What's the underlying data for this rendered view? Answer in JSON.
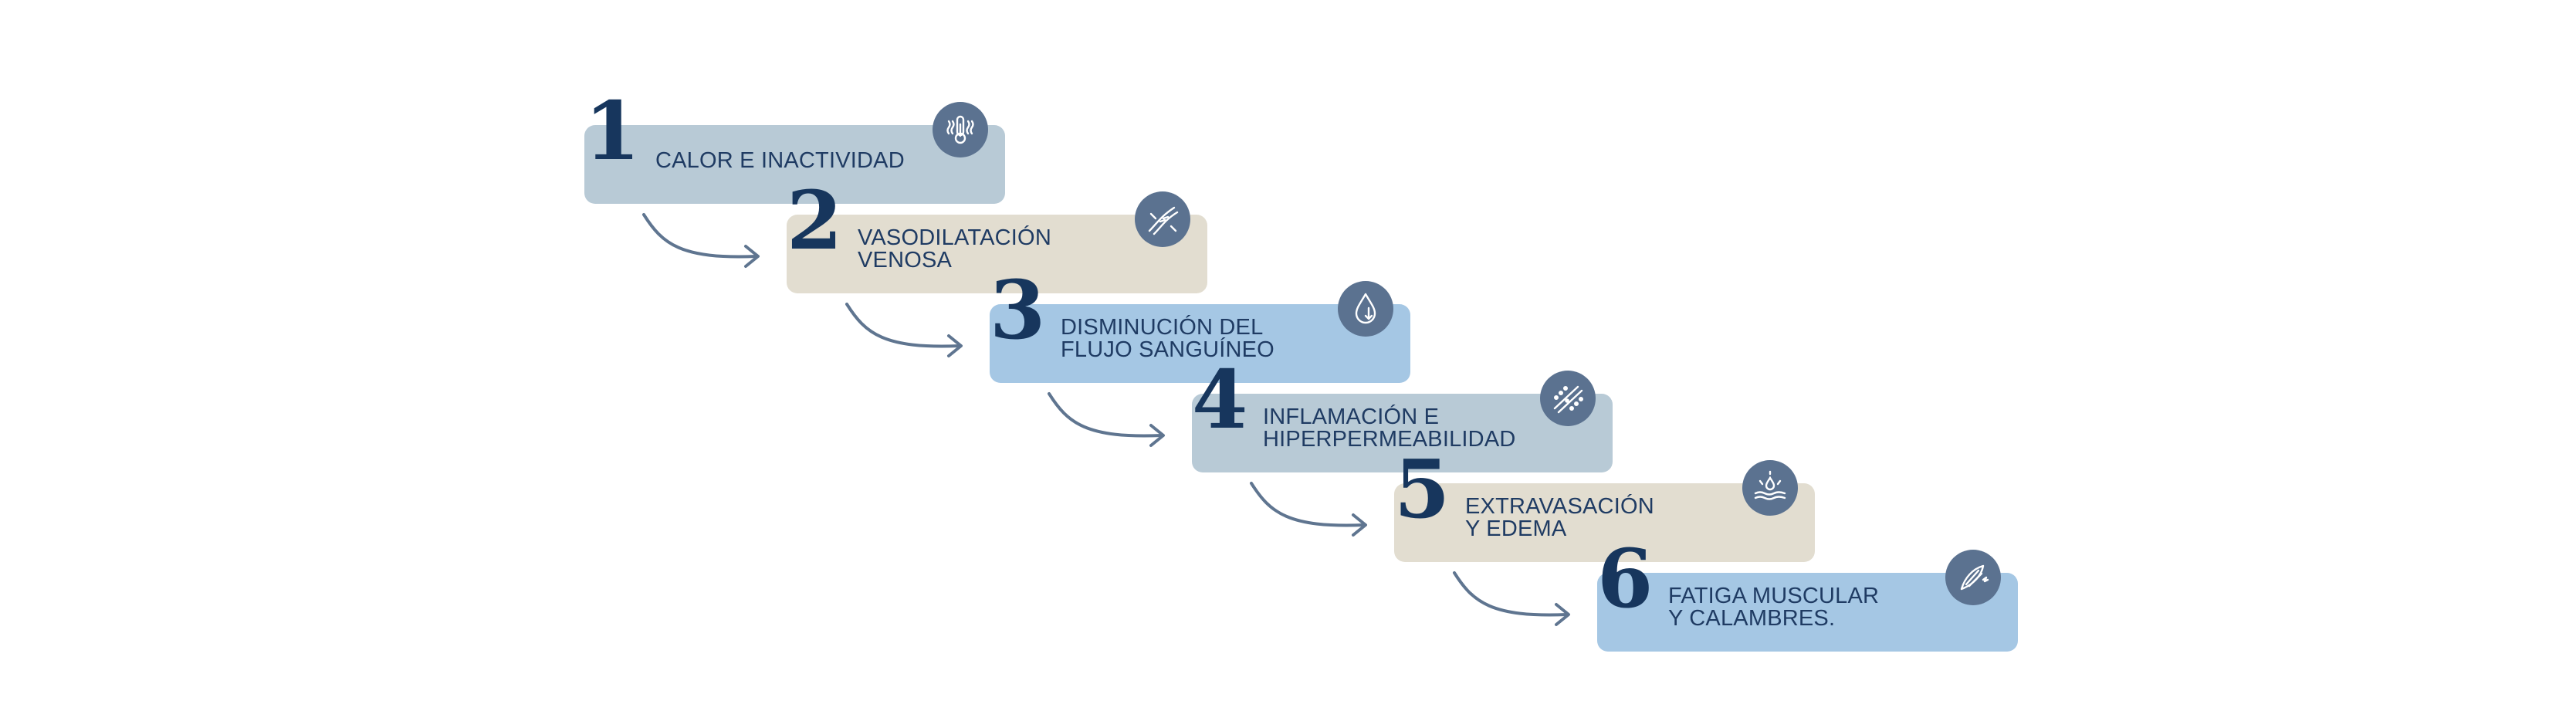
{
  "steps": [
    {
      "num": "1",
      "lines": [
        "CALOR E INACTIVIDAD"
      ],
      "color": "#b8cad6",
      "icon": "thermometer-heat-icon"
    },
    {
      "num": "2",
      "lines": [
        "VASODILATACIÓN",
        "VENOSA"
      ],
      "color": "#e2ddd0",
      "icon": "dilated-vein-icon"
    },
    {
      "num": "3",
      "lines": [
        "DISMINUCIÓN DEL",
        "FLUJO SANGUÍNEO"
      ],
      "color": "#a5c7e4",
      "icon": "blood-drop-down-icon"
    },
    {
      "num": "4",
      "lines": [
        "INFLAMACIÓN E",
        "HIPERPERMEABILIDAD"
      ],
      "color": "#b8cad6",
      "icon": "inflamed-vessel-icon"
    },
    {
      "num": "5",
      "lines": [
        "EXTRAVASACIÓN",
        "Y EDEMA"
      ],
      "color": "#e2ddd0",
      "icon": "fluid-leak-icon"
    },
    {
      "num": "6",
      "lines": [
        "FATIGA MUSCULAR",
        "Y CALAMBRES."
      ],
      "color": "#a5c7e4",
      "icon": "muscle-cramp-icon"
    }
  ],
  "colors": {
    "number": "#17365d",
    "text": "#1f3b63",
    "icon_bg": "#5b7290",
    "arrow": "#5f7590"
  }
}
